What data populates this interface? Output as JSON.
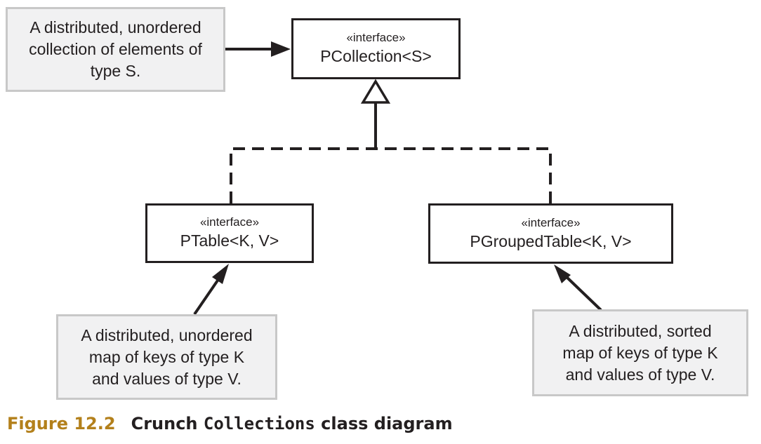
{
  "notes": {
    "pcollection": [
      "A distributed, unordered",
      "collection of elements of",
      "type S."
    ],
    "ptable": [
      "A distributed, unordered",
      "map of keys of type K",
      "and values of type V."
    ],
    "pgroupedtable": [
      "A distributed, sorted",
      "map of keys of type K",
      "and values of type V."
    ]
  },
  "interfaces": {
    "pcollection": {
      "stereotype": "«interface»",
      "name": "PCollection<S>"
    },
    "ptable": {
      "stereotype": "«interface»",
      "name": "PTable<K, V>"
    },
    "pgroupedtable": {
      "stereotype": "«interface»",
      "name": "PGroupedTable<K, V>"
    }
  },
  "caption": {
    "figure": "Figure 12.2",
    "title_before": "Crunch ",
    "title_code": "Collections",
    "title_after": " class diagram"
  },
  "colors": {
    "accent": "#b3801b",
    "line": "#231f20",
    "note_fill": "#f1f1f2",
    "note_border": "#c8c8c8"
  }
}
